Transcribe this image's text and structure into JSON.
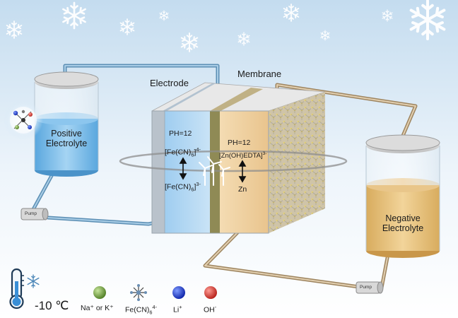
{
  "labels": {
    "electrode": "Electrode",
    "membrane": "Membrane",
    "positive_tank": [
      "Positive",
      "Electrolyte"
    ],
    "negative_tank": [
      "Negative",
      "Electrolyte"
    ],
    "pump": "Pump"
  },
  "cell": {
    "left": {
      "ph": "PH=12",
      "oxidized": {
        "base": "[Fe(CN)",
        "sub": "6",
        "close": "]",
        "sup": "4-"
      },
      "reduced": {
        "base": "[Fe(CN)",
        "sub": "6",
        "close": "]",
        "sup": "3-"
      }
    },
    "right": {
      "ph": "PH=12",
      "complex": {
        "base": "[Zn(OH)EDTA]",
        "sup": "3-"
      },
      "metal": "Zn"
    }
  },
  "legend": {
    "temperature": "-10 ℃",
    "items": [
      {
        "label": "Na⁺ or K⁺",
        "color": "#6d9a3a",
        "icon": "sphere"
      },
      {
        "label_base": "Fe(CN)",
        "label_sub": "6",
        "label_sup": "4-",
        "icon": "ferrocyanide-molecule"
      },
      {
        "label_base": "Li",
        "label_sup": "+",
        "color": "#1d3fd6",
        "icon": "sphere"
      },
      {
        "label_base": "OH",
        "label_sup": "-",
        "color": "#d8352d",
        "icon": "sphere"
      }
    ]
  },
  "colors": {
    "sky_top": "#c4dcef",
    "sky_bottom": "#ffffff",
    "positive_fluid": "#7fc0ea",
    "negative_fluid": "#e2b971",
    "pipe_blue": "#6fa0c4",
    "pipe_tan": "#c8ad84"
  }
}
